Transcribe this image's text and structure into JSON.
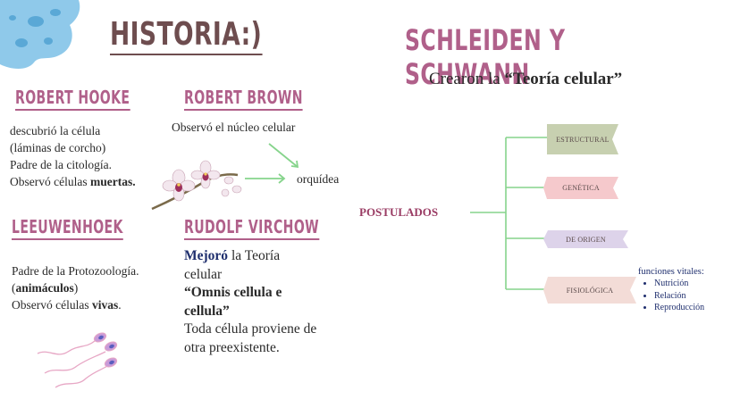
{
  "page": {
    "main_title": "HISTORIA:)",
    "right_title": "SCHLEIDEN Y SCHWANN"
  },
  "hooke": {
    "heading": "ROBERT HOOKE",
    "line1": "descubrió la célula",
    "line2": "(láminas de corcho)",
    "line3": "Padre de la citología.",
    "line4_pre": "Observó células ",
    "line4_bold": "muertas."
  },
  "brown": {
    "heading": "ROBERT BROWN",
    "text": "Observó el núcleo celular",
    "arrow_label": "orquídea"
  },
  "leeuwenhoek": {
    "heading": "LEEUWENHOEK",
    "line1": "Padre de la Protozoología.",
    "line2_open": "(",
    "line2_bold": "animáculos",
    "line2_close": ")",
    "line3_pre": "Observó células ",
    "line3_bold": "vivas",
    "line3_post": "."
  },
  "virchow": {
    "heading": "RUDOLF VIRCHOW",
    "improved_bold": "Mejoró",
    "improved_rest": " la Teoría",
    "line2": "celular",
    "quote1": "“Omnis cellula e",
    "quote2": "cellula”",
    "line5": "Toda célula proviene de",
    "line6": "otra preexistente."
  },
  "schleiden": {
    "subtitle_pre": "Crearon la ",
    "subtitle_bold": "“Teoría celular”",
    "postulados": "POSTULADOS",
    "tags": [
      {
        "label": "ESTRUCTURAL",
        "color": "#c7d0b0"
      },
      {
        "label": "GENÉTICA",
        "color": "#f5c9cc"
      },
      {
        "label": "DE ORIGEN",
        "color": "#ddd3ea"
      },
      {
        "label": "FISIOLÓGICA",
        "color": "#f3dcd7"
      }
    ],
    "vitals_title": "funciones vitales:",
    "vitals": [
      "Nutrición",
      "Relación",
      "Reproducción"
    ]
  },
  "colors": {
    "heading_pink": "#b0608a",
    "heading_brown": "#6e4d4f",
    "connector_green": "#86d48c",
    "navy": "#1f2f6e"
  },
  "icons": [
    "bacteria-icon",
    "orchid-icon",
    "sperm-icon",
    "arrow-icon"
  ]
}
